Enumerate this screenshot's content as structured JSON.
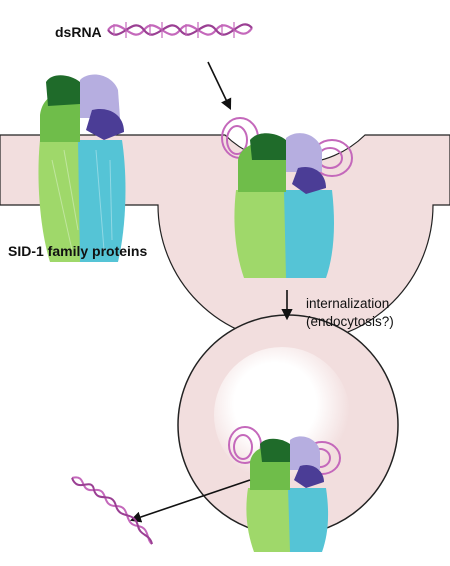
{
  "labels": {
    "dsrna": "dsRNA",
    "sid1": "SID-1 family proteins",
    "internalization": "internalization",
    "endocytosis": "(endocytosis?)"
  },
  "colors": {
    "membrane": "#f2dede",
    "membrane_stroke": "#222222",
    "vesicle_core": "#ffffff",
    "rna": "#c468bb",
    "rna_dark": "#9a3f93",
    "protein_green_light": "#9fd86a",
    "protein_green_mid": "#6fbd4a",
    "protein_green_dark": "#1f6b2a",
    "protein_cyan": "#55c4d6",
    "protein_cyan_dark": "#3b9fb5",
    "protein_purple_light": "#b6aee0",
    "protein_purple_dark": "#4b3d96",
    "arrow": "#111111"
  }
}
